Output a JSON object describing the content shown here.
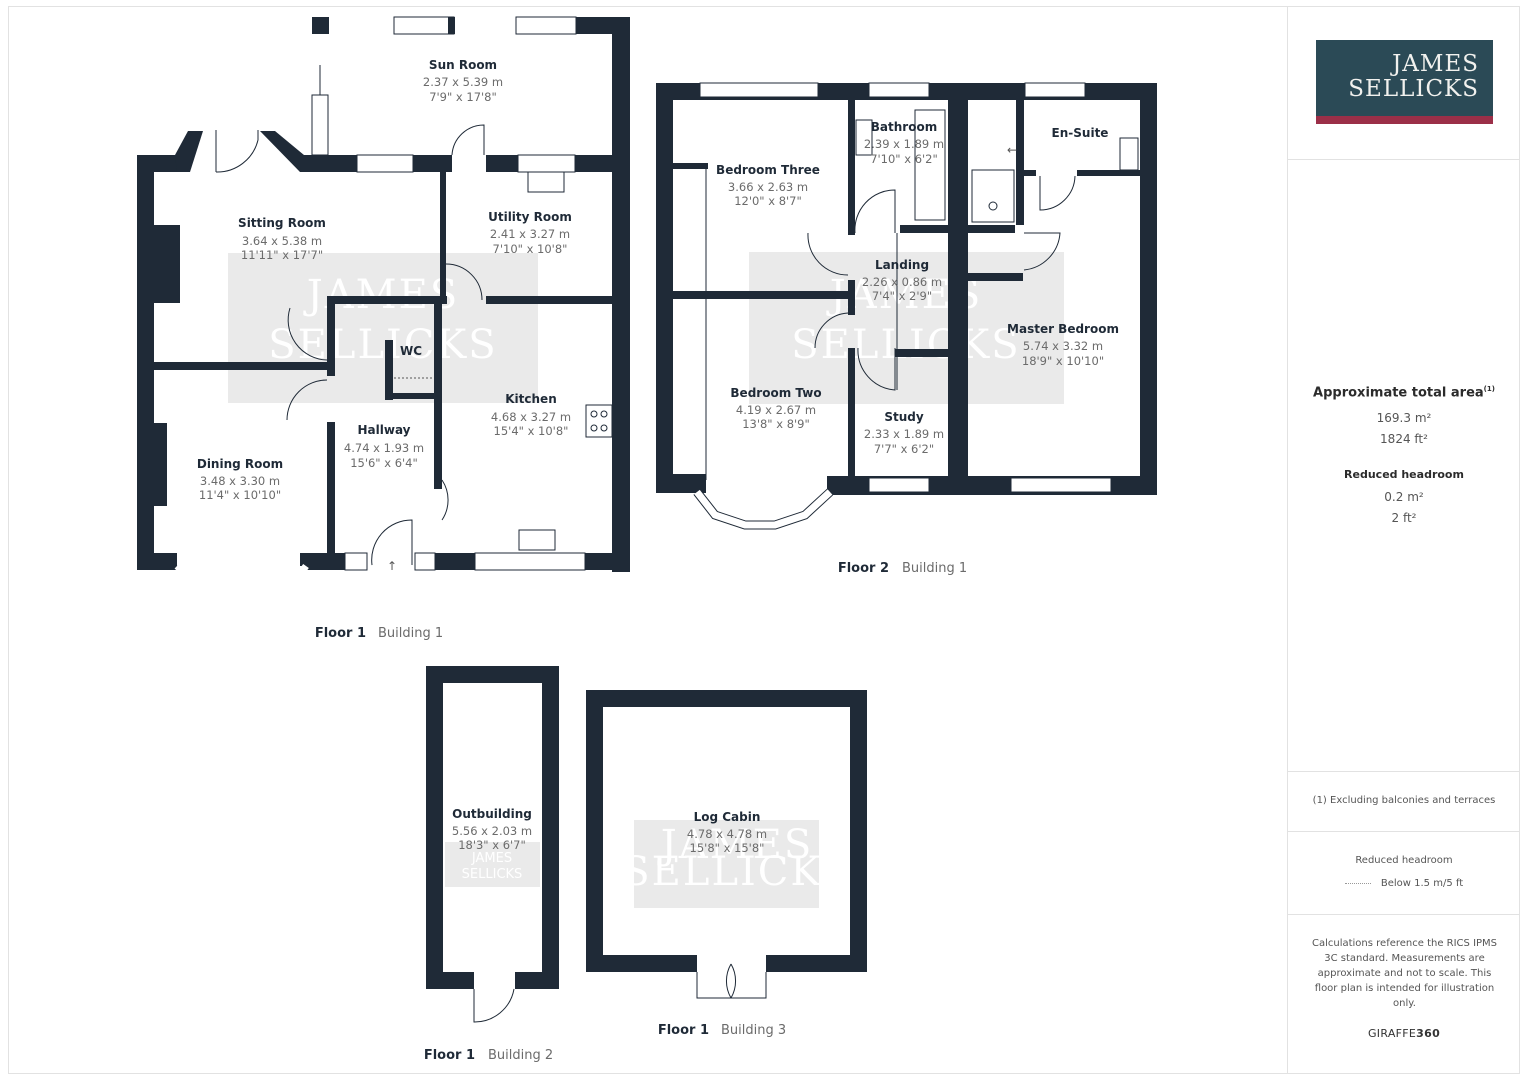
{
  "brand": {
    "logo_line1": "JAMES",
    "logo_line2": "SELLICKS",
    "logo_bg": "#2b4a56",
    "logo_accent": "#9b2f48"
  },
  "summary": {
    "total_area_label": "Approximate total area",
    "total_area_note_marker": "(1)",
    "total_area_m2": "169.3 m²",
    "total_area_ft2": "1824 ft²",
    "reduced_headroom_label": "Reduced headroom",
    "reduced_headroom_m2": "0.2 m²",
    "reduced_headroom_ft2": "2 ft²"
  },
  "footnote": "(1) Excluding balconies and terraces",
  "legend": {
    "title": "Reduced headroom",
    "item": "Below 1.5 m/5 ft"
  },
  "disclaimer": "Calculations reference the RICS IPMS 3C standard. Measurements are approximate and not to scale. This floor plan is intended for illustration only.",
  "provider": {
    "name": "GIRAFFE",
    "suffix": "360"
  },
  "watermark": {
    "line1": "JAMES",
    "line2": "SELLICKS"
  },
  "plans": [
    {
      "floor": "Floor 1",
      "building": "Building 1",
      "rooms": [
        {
          "name": "Sun Room",
          "metric": "2.37 x 5.39 m",
          "imperial": "7'9\" x 17'8\""
        },
        {
          "name": "Sitting Room",
          "metric": "3.64 x 5.38 m",
          "imperial": "11'11\" x 17'7\""
        },
        {
          "name": "Utility Room",
          "metric": "2.41 x 3.27 m",
          "imperial": "7'10\" x 10'8\""
        },
        {
          "name": "WC",
          "metric": "",
          "imperial": ""
        },
        {
          "name": "Kitchen",
          "metric": "4.68 x 3.27 m",
          "imperial": "15'4\" x 10'8\""
        },
        {
          "name": "Hallway",
          "metric": "4.74 x 1.93 m",
          "imperial": "15'6\" x 6'4\""
        },
        {
          "name": "Dining Room",
          "metric": "3.48 x 3.30 m",
          "imperial": "11'4\" x 10'10\""
        }
      ]
    },
    {
      "floor": "Floor 2",
      "building": "Building 1",
      "rooms": [
        {
          "name": "Bedroom Three",
          "metric": "3.66 x 2.63 m",
          "imperial": "12'0\" x 8'7\""
        },
        {
          "name": "Bathroom",
          "metric": "2.39 x 1.89 m",
          "imperial": "7'10\" x 6'2\""
        },
        {
          "name": "En-Suite",
          "metric": "",
          "imperial": ""
        },
        {
          "name": "Landing",
          "metric": "2.26 x 0.86 m",
          "imperial": "7'4\" x 2'9\""
        },
        {
          "name": "Master Bedroom",
          "metric": "5.74 x 3.32 m",
          "imperial": "18'9\" x 10'10\""
        },
        {
          "name": "Bedroom Two",
          "metric": "4.19 x 2.67 m",
          "imperial": "13'8\" x 8'9\""
        },
        {
          "name": "Study",
          "metric": "2.33 x 1.89 m",
          "imperial": "7'7\" x 6'2\""
        }
      ]
    },
    {
      "floor": "Floor 1",
      "building": "Building 2",
      "rooms": [
        {
          "name": "Outbuilding",
          "metric": "5.56 x 2.03 m",
          "imperial": "18'3\" x 6'7\""
        }
      ]
    },
    {
      "floor": "Floor 1",
      "building": "Building 3",
      "rooms": [
        {
          "name": "Log Cabin",
          "metric": "4.78 x 4.78 m",
          "imperial": "15'8\" x 15'8\""
        }
      ]
    }
  ]
}
